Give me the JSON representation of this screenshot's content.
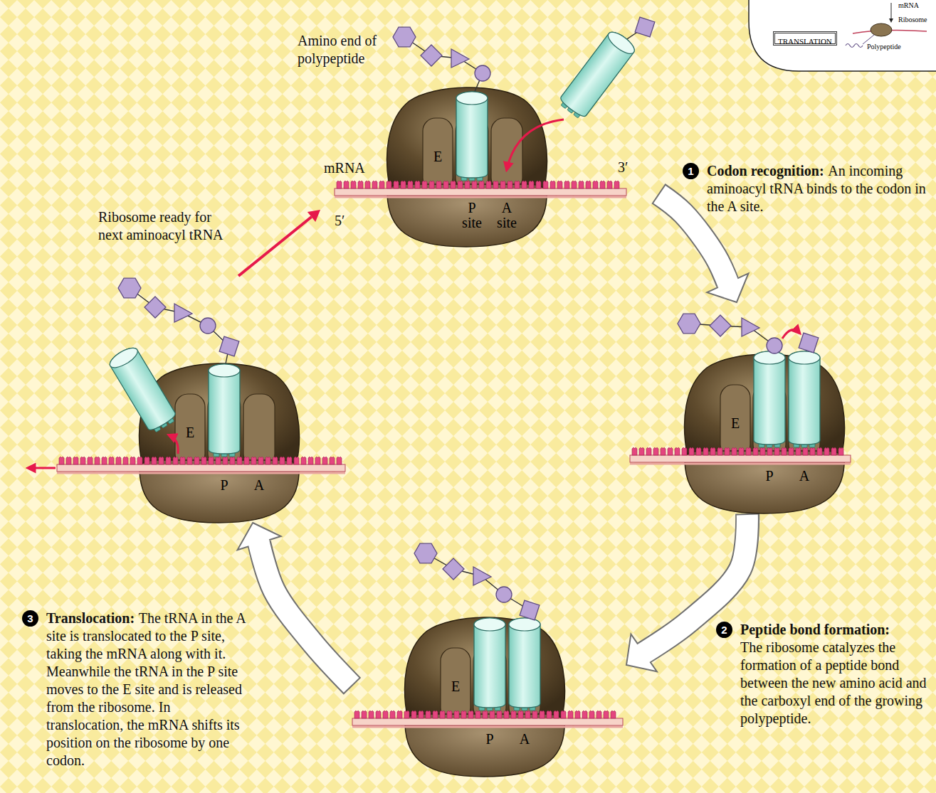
{
  "diagram": {
    "nodes": [
      {
        "text": [
          "mRNA",
          "Ribosome",
          "Polypeptide"
        ]
      },
      {
        "text": [
          "TRANSLATION"
        ],
        "in": 0
      },
      {
        "text": [
          "E",
          "P site",
          "A site"
        ]
      },
      {
        "text": [
          "E",
          "P",
          "A"
        ]
      },
      {
        "text": [
          "E",
          "P",
          "A"
        ]
      },
      {
        "text": [
          "E",
          "P",
          "A"
        ]
      }
    ],
    "edges": [
      {
        "from": 2,
        "to": 4,
        "arrow": "to"
      },
      {
        "from": 4,
        "to": 5,
        "arrow": "to"
      },
      {
        "from": 5,
        "to": 3,
        "arrow": "to"
      },
      {
        "from": 3,
        "to": 2,
        "arrow": "to"
      }
    ],
    "labels": [
      "Amino end of polypeptide",
      "mRNA",
      "3′",
      "5′",
      "Ribosome ready for next aminoacyl tRNA",
      "1",
      "Codon recognition:",
      "An incoming aminoacyl tRNA binds to the codon in the A site.",
      "2",
      "Peptide bond formation:",
      "The ribosome catalyzes the formation of a peptide bond between the new amino acid and the carboxyl end of the growing polypeptide.",
      "3",
      "Translocation:",
      "The tRNA in the A site is translocated to the P site, taking the mRNA along with it. Meanwhile the tRNA in the P site moves to the E site and is released from the ribosome. In translocation, the mRNA shifts its position on the ribosome by one codon."
    ]
  }
}
